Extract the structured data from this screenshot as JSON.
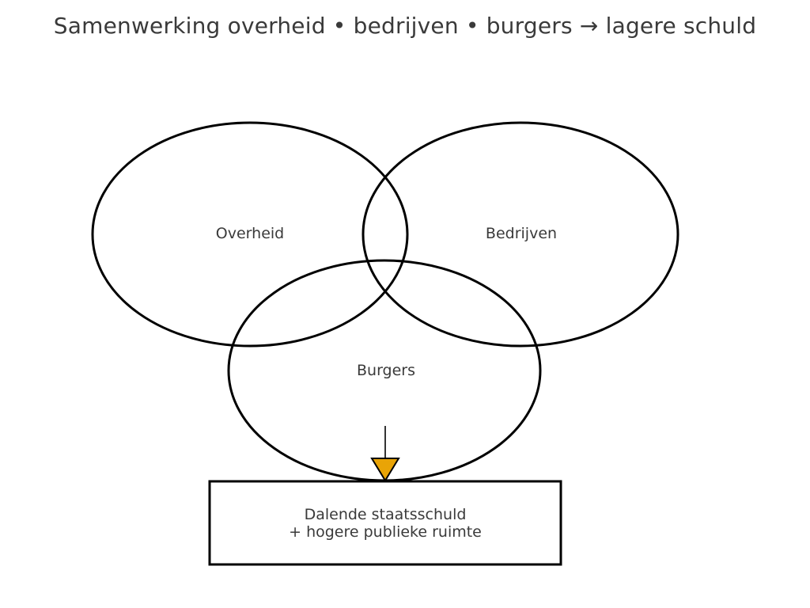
{
  "title": "Samenwerking overheid • bedrijven • burgers → lagere schuld",
  "sets": [
    {
      "label": "Overheid"
    },
    {
      "label": "Bedrijven"
    },
    {
      "label": "Burgers"
    }
  ],
  "outcome": {
    "line1": "Dalende staatsschuld",
    "line2": "+ hogere publieke ruimte"
  },
  "icons": {
    "arrow_down": "arrow-down-icon"
  },
  "colors": {
    "outline": "#000000",
    "text": "#3a3a3a",
    "arrow_fill": "#e9a406",
    "bg": "#ffffff"
  }
}
